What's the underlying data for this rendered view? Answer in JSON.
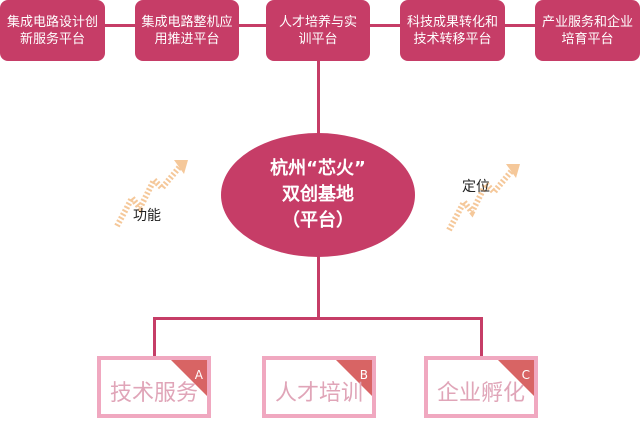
{
  "platforms": [
    {
      "label": "集成电路设计创新服务平台"
    },
    {
      "label": "集成电路整机应用推进平台"
    },
    {
      "label": "人才培养与实训平台"
    },
    {
      "label": "科技成果转化和技术转移平台"
    },
    {
      "label": "产业服务和企业培育平台"
    }
  ],
  "center": {
    "line1": "杭州“芯火”",
    "line2": "双创基地",
    "line3": "（平台）"
  },
  "left_label": "功能",
  "right_label": "定位",
  "functions": [
    {
      "label": "技术服务",
      "letter": "A"
    },
    {
      "label": "人才培训",
      "letter": "B"
    },
    {
      "label": "企业孵化",
      "letter": "C"
    }
  ],
  "colors": {
    "primary": "#c63d67",
    "sub_border": "#f0a8c0",
    "corner": "#d86464",
    "arrow": "#f5c89a"
  }
}
